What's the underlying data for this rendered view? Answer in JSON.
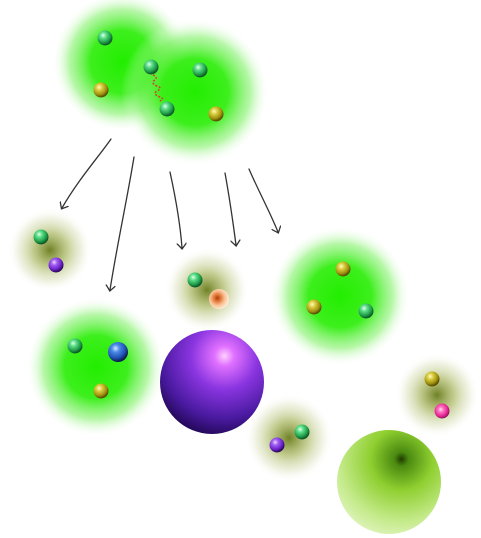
{
  "colors": {
    "background": "#ffffff",
    "cloud_green": "#22ee00",
    "cloud_olive": "#6f8a00",
    "sphere_green": "#2fbf57",
    "sphere_olive": "#b8b21a",
    "sphere_purple": "#7a2fd6",
    "sphere_blue": "#2a63c8",
    "sphere_orange": "#f0a050",
    "sphere_pink": "#ff5fb0",
    "big_purple": "#4b1fa0",
    "big_green": "#c8ee90",
    "arrow": "#333333",
    "squiggle": "#cc4b2a"
  },
  "diagram": {
    "parent_cluster": {
      "clouds": 2,
      "spheres": [
        "green",
        "green",
        "green",
        "green",
        "olive",
        "olive"
      ],
      "has_squiggle_link": true
    },
    "arrow_count": 5,
    "fragments": [
      {
        "id": "fragment-a",
        "cloud": "olive",
        "spheres": [
          "green",
          "purple"
        ]
      },
      {
        "id": "fragment-b",
        "cloud": "green",
        "spheres": [
          "green",
          "blue",
          "olive"
        ]
      },
      {
        "id": "fragment-c",
        "cloud": "olive",
        "spheres": [
          "green",
          "orange"
        ]
      },
      {
        "id": "fragment-d",
        "cloud": "green",
        "spheres": [
          "olive",
          "olive",
          "green"
        ]
      },
      {
        "id": "fragment-e",
        "cloud": "olive",
        "spheres": [
          "purple",
          "green"
        ]
      },
      {
        "id": "fragment-f",
        "cloud": "olive",
        "spheres": [
          "olive",
          "pink"
        ]
      }
    ],
    "large_spheres": [
      "purple",
      "green"
    ]
  }
}
